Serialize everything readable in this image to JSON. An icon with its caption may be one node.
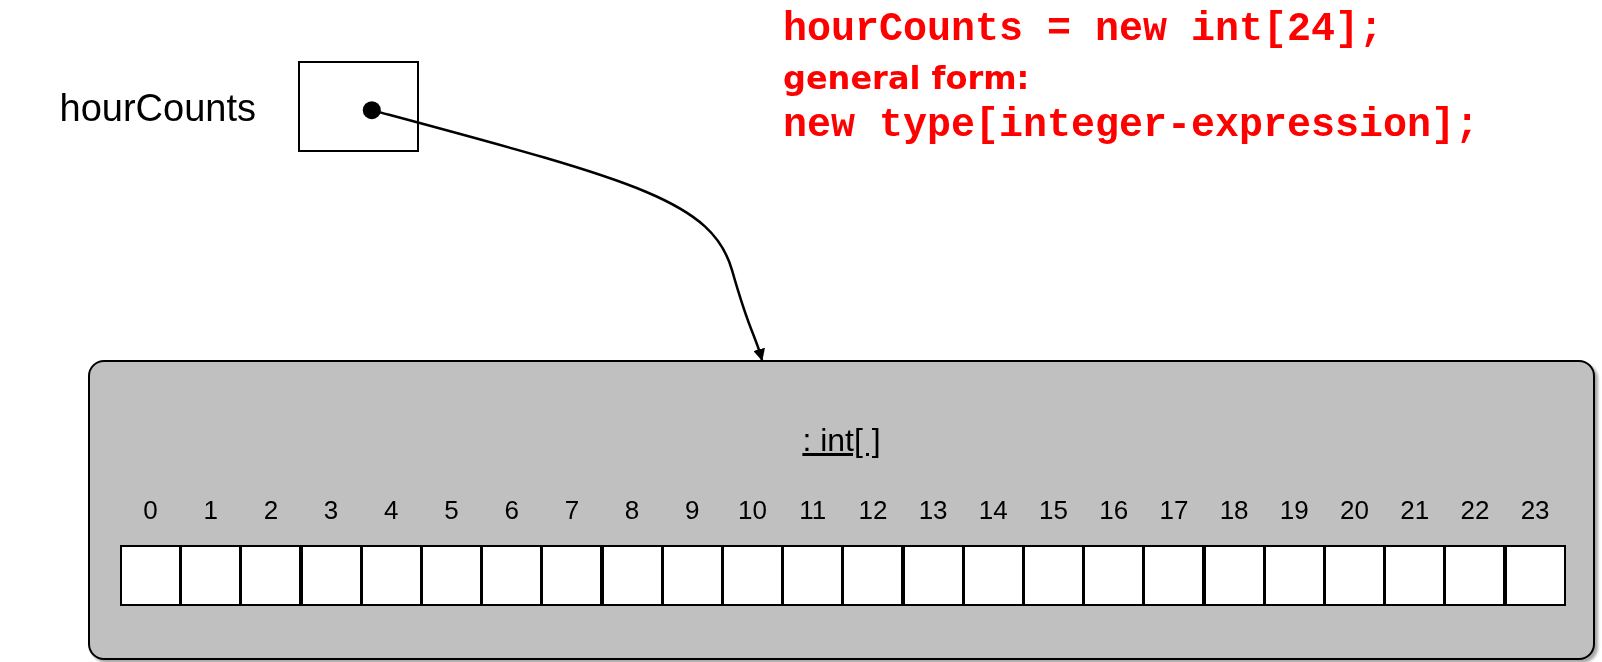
{
  "diagram": {
    "nodes": [
      {
        "text": [],
        "shape": "box",
        "beside": [
          "hourCounts"
        ]
      },
      {
        "text": [
          ": int[ ]"
        ]
      },
      {
        "text": [],
        "shape": "box",
        "in": 1,
        "beside": [
          "0"
        ]
      },
      {
        "text": [],
        "shape": "box",
        "in": 1,
        "beside": [
          "1"
        ]
      },
      {
        "text": [],
        "shape": "box",
        "in": 1,
        "beside": [
          "2"
        ]
      },
      {
        "text": [],
        "shape": "box",
        "in": 1,
        "beside": [
          "3"
        ]
      },
      {
        "text": [],
        "shape": "box",
        "in": 1,
        "beside": [
          "4"
        ]
      },
      {
        "text": [],
        "shape": "box",
        "in": 1,
        "beside": [
          "5"
        ]
      },
      {
        "text": [],
        "shape": "box",
        "in": 1,
        "beside": [
          "6"
        ]
      },
      {
        "text": [],
        "shape": "box",
        "in": 1,
        "beside": [
          "7"
        ]
      },
      {
        "text": [],
        "shape": "box",
        "in": 1,
        "beside": [
          "8"
        ]
      },
      {
        "text": [],
        "shape": "box",
        "in": 1,
        "beside": [
          "9"
        ]
      },
      {
        "text": [],
        "shape": "box",
        "in": 1,
        "beside": [
          "10"
        ]
      },
      {
        "text": [],
        "shape": "box",
        "in": 1,
        "beside": [
          "11"
        ]
      },
      {
        "text": [],
        "shape": "box",
        "in": 1,
        "beside": [
          "12"
        ]
      },
      {
        "text": [],
        "shape": "box",
        "in": 1,
        "beside": [
          "13"
        ]
      },
      {
        "text": [],
        "shape": "box",
        "in": 1,
        "beside": [
          "14"
        ]
      },
      {
        "text": [],
        "shape": "box",
        "in": 1,
        "beside": [
          "15"
        ]
      },
      {
        "text": [],
        "shape": "box",
        "in": 1,
        "beside": [
          "16"
        ]
      },
      {
        "text": [],
        "shape": "box",
        "in": 1,
        "beside": [
          "17"
        ]
      },
      {
        "text": [],
        "shape": "box",
        "in": 1,
        "beside": [
          "18"
        ]
      },
      {
        "text": [],
        "shape": "box",
        "in": 1,
        "beside": [
          "19"
        ]
      },
      {
        "text": [],
        "shape": "box",
        "in": 1,
        "beside": [
          "20"
        ]
      },
      {
        "text": [],
        "shape": "box",
        "in": 1,
        "beside": [
          "21"
        ]
      },
      {
        "text": [],
        "shape": "box",
        "in": 1,
        "beside": [
          "22"
        ]
      },
      {
        "text": [],
        "shape": "box",
        "in": 1,
        "beside": [
          "23"
        ]
      }
    ],
    "edges": [
      {
        "from": 0,
        "to": 1,
        "arrow": "to"
      }
    ],
    "labels": [
      "hourCounts = new int[24];",
      "general form:",
      "new type[integer-expression];"
    ]
  }
}
